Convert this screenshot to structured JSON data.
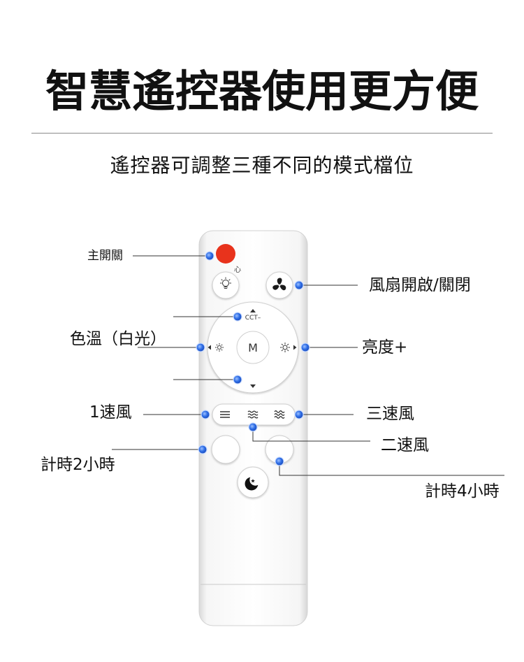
{
  "title": "智慧遙控器使用更方便",
  "subtitle": "遙控器可調整三種不同的模式檔位",
  "remote": {
    "logo_mark": "心",
    "power_button": {
      "color": "#e8331c"
    },
    "light_button": {
      "icon": "light-bulb-icon"
    },
    "fan_button": {
      "icon": "fan-icon"
    },
    "dpad": {
      "up": {
        "icon": "triangle-up-icon",
        "label": "CCT–"
      },
      "left": {
        "icon": "brightness-down-icon"
      },
      "right": {
        "icon": "brightness-up-icon"
      },
      "down": {
        "icon": "triangle-down-icon"
      },
      "center_label": "M"
    },
    "speed_bar": [
      {
        "icon": "speed-low-lines-icon"
      },
      {
        "icon": "speed-mid-waves-icon"
      },
      {
        "icon": "speed-high-waves-icon"
      }
    ],
    "sleep_button": {
      "icon": "moon-star-icon"
    }
  },
  "callouts": {
    "power": "主開關",
    "fan": "風扇開啟/關閉",
    "color_temp": "色溫（白光）",
    "brightness_up": "亮度+",
    "speed_1": "1速風",
    "speed_3": "三速風",
    "speed_2": "二速風",
    "timer_2h": "計時2小時",
    "timer_4h": "計時4小時"
  },
  "colors": {
    "callout_dot": "#2f6ee6",
    "callout_line": "#333333",
    "text": "#111111"
  }
}
